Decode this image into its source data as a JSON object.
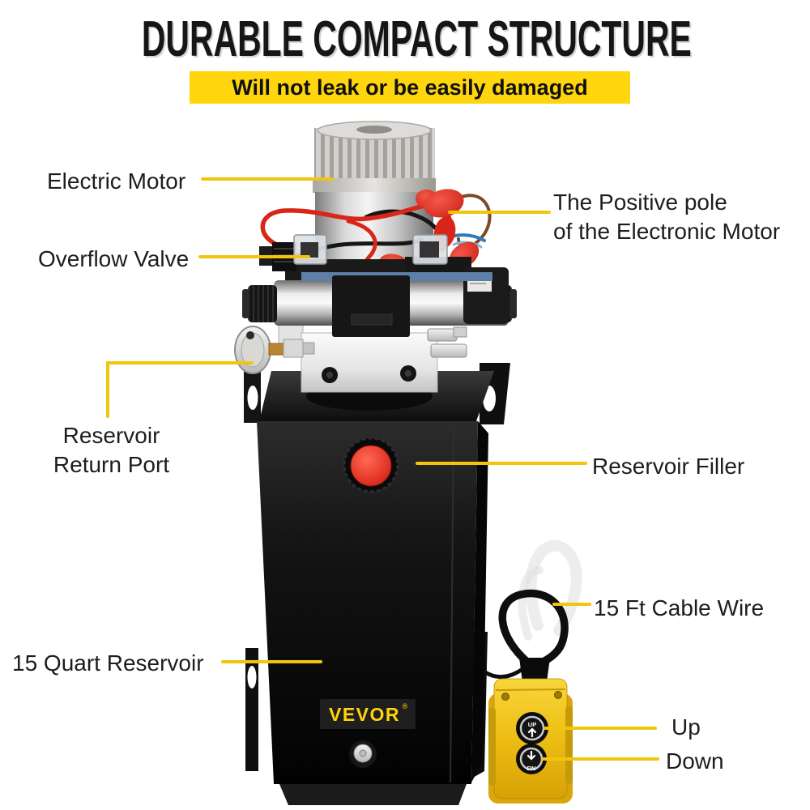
{
  "header": {
    "title": "DURABLE COMPACT STRUCTURE",
    "subtitle": "Will not leak or be easily damaged"
  },
  "callouts": {
    "electric_motor": "Electric Motor",
    "positive_pole": "The Positive pole\nof the Electronic Motor",
    "overflow_valve": "Overflow Valve",
    "reservoir_return_port": "Reservoir\nReturn Port",
    "reservoir_filler": "Reservoir Filler",
    "cable_wire": "15 Ft Cable Wire",
    "reservoir": "15 Quart Reservoir",
    "up": "Up",
    "down": "Down"
  },
  "product": {
    "brand": "VEVOR",
    "brand_mark": "®",
    "pendant_up_label": "UP",
    "pendant_down_label": "DN"
  },
  "colors": {
    "banner_yellow": "#FFD60E",
    "leader_yellow": "#F2C50D",
    "pendant_yellow": "#F0C11C",
    "filler_cap_red": "#E6392B",
    "tank_black": "#141414",
    "title_black": "#161616",
    "brand_yellow": "#FFD40A"
  }
}
